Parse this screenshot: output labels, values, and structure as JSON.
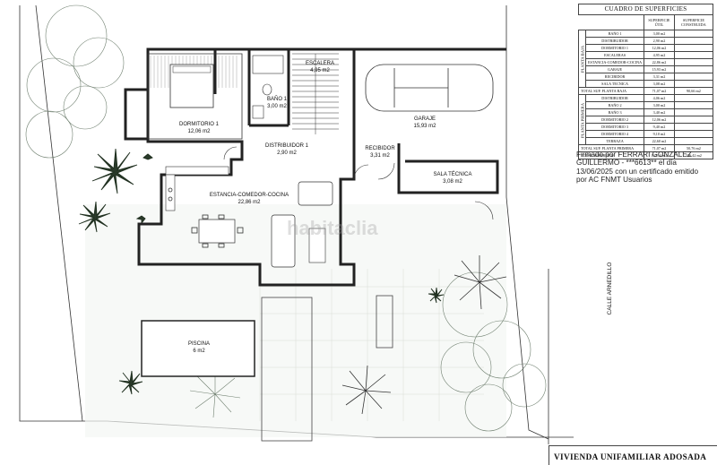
{
  "rooms": {
    "dormitorio1": {
      "name": "DORMITORIO 1",
      "area": "12,06 m2"
    },
    "bano1": {
      "name": "BAÑO 1",
      "area": "3,00 m2"
    },
    "escalera": {
      "name": "ESCALERA",
      "area": "4,95 m2"
    },
    "distribuidor1": {
      "name": "DISTRIBUIDOR 1",
      "area": "2,90 m2"
    },
    "recibidor": {
      "name": "RECIBIDOR",
      "area": "3,31 m2"
    },
    "garaje": {
      "name": "GARAJE",
      "area": "15,93 m2"
    },
    "sala_tecnica": {
      "name": "SALA TÉCNICA",
      "area": "3,08 m2"
    },
    "estancia": {
      "name": "ESTANCIA-COMEDOR-COCINA",
      "area": "22,86 m2"
    },
    "piscina": {
      "name": "PISCINA",
      "area": "6 m2"
    }
  },
  "street_label": "CALLE ARNEDILLO",
  "watermark": "habitaclia",
  "summary_table": {
    "title": "CUADRO DE SUPERFICIES",
    "col_util": "SUPERFICIE ÚTIL",
    "col_construida": "SUPERFICIE CONSTRUIDA",
    "planta_baja_label": "PLANTA BAJA",
    "planta_primera_label": "PLANTA PRIMERA",
    "planta_baja_rows": [
      {
        "name": "BAÑO 1",
        "util": "3,00 m2"
      },
      {
        "name": "DISTRIBUIDOR",
        "util": "2,90 m2"
      },
      {
        "name": "DORMITORIO 1",
        "util": "12,06 m2"
      },
      {
        "name": "ESCALERAS",
        "util": "4,95 m2"
      },
      {
        "name": "ESTANCIA-COMEDOR-COCINA",
        "util": "22,86 m2"
      },
      {
        "name": "GARAJE",
        "util": "15,93 m2"
      },
      {
        "name": "RECIBIDOR",
        "util": "3,31 m2"
      },
      {
        "name": "SALA TECNICA",
        "util": "3,08 m2"
      }
    ],
    "planta_baja_total": {
      "name": "TOTAL SUP. PLANTA BAJA",
      "util": "71,07 m2",
      "construida": "90,66 m2"
    },
    "planta_primera_rows": [
      {
        "name": "DISTRIBUIDOR",
        "util": "4,06 m2"
      },
      {
        "name": "BAÑO 2",
        "util": "3,00 m2"
      },
      {
        "name": "BAÑO 3",
        "util": "3,40 m2"
      },
      {
        "name": "DORMITORIO 2",
        "util": "12,06 m2"
      },
      {
        "name": "DORMITORIO 3",
        "util": "9,40 m2"
      },
      {
        "name": "DORMITORIO 4",
        "util": "9,10 m2"
      },
      {
        "name": "TERRAZA",
        "util": "22,60 m2"
      }
    ],
    "planta_primera_total": {
      "name": "TOTAL SUP. PLANTA PRIMERA",
      "util": "71,07 m2",
      "construida": "50,76 m2"
    },
    "grand_total": {
      "name": "TOTAL SUPERFICIE",
      "util": "142,14 m2",
      "construida": "136,42 m2"
    }
  },
  "signature_text": "Firmado por FERRARI GONZALEZ GUILLERMO - ***6613** el día 13/06/2025 con un certificado emitido por AC FNMT Usuarios",
  "project_title": "VIVIENDA UNIFAMILIAR ADOSADA"
}
